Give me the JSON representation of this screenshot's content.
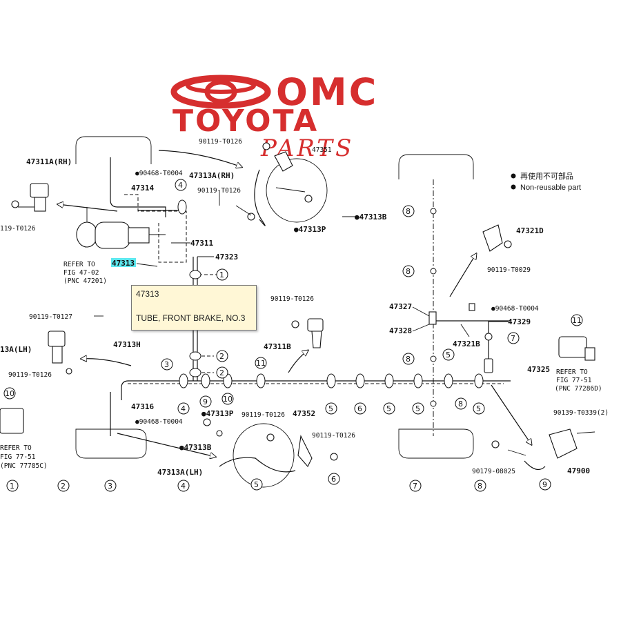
{
  "logo": {
    "line1": "OMC",
    "line2": "TOYOTA",
    "line3": "PARTS",
    "color": "#d62e2e"
  },
  "legend": {
    "item1": "再使用不可部品",
    "item2": "Non-reusable part"
  },
  "tooltip": {
    "code": "47313",
    "description": "TUBE, FRONT BRAKE, NO.3",
    "highlight_color": "#5ee8ef"
  },
  "refers": {
    "left_top": [
      "REFER TO",
      "FIG 47-02",
      "(PNC 47201)"
    ],
    "left_bottom": [
      "REFER TO",
      "FIG 77-51",
      "(PNC 77785C)"
    ],
    "right": [
      "REFER TO",
      "FIG 77-51",
      "(PNC 77286D)"
    ]
  },
  "part_labels": {
    "p_47311A_RH": "47311A(RH)",
    "p_119_T0126_left": "119-T0126",
    "p_90468_T0004_a": "●90468-T0004",
    "p_47314": "47314",
    "p_47311": "47311",
    "p_47323": "47323",
    "p_47313": "47313",
    "p_90119_T0127": "90119-T0127",
    "p_47313H": "47313H",
    "p_13A_LH": "13A(LH)",
    "p_90119_T0126_lh": "90119-T0126",
    "p_47316": "47316",
    "p_90468_T0004_b": "●90468-T0004",
    "p_90119_T0126_top": "90119-T0126",
    "p_47351": "47351",
    "p_47313A_RH": "47313A(RH)",
    "p_90119_T0126_rh": "90119-T0126",
    "p_47313P_top": "●47313P",
    "p_47313B_top": "●47313B",
    "p_90119_T0126_mid": "90119-T0126",
    "p_47311B": "47311B",
    "p_47313P_bottom": "●47313P",
    "p_47313B_bottom": "●47313B",
    "p_90119_T0126_bottom": "90119-T0126",
    "p_47352": "47352",
    "p_90119_T0126_bottom2": "90119-T0126",
    "p_47313A_LH": "47313A(LH)",
    "p_47321D": "47321D",
    "p_90119_T0029": "90119-T0029",
    "p_47327": "47327",
    "p_90468_T0004_c": "●90468-T0004",
    "p_47328": "47328",
    "p_47329": "47329",
    "p_47321B": "47321B",
    "p_47325": "47325",
    "p_90139_T0339": "90139-T0339(2)",
    "p_90179_08025": "90179-08025",
    "p_47900": "47900"
  },
  "callouts": [
    "1",
    "2",
    "3",
    "4",
    "5",
    "6",
    "7",
    "8",
    "9",
    "10",
    "11"
  ],
  "bottom_index": [
    "1",
    "2",
    "3",
    "4",
    "5",
    "6",
    "7",
    "8",
    "9"
  ]
}
